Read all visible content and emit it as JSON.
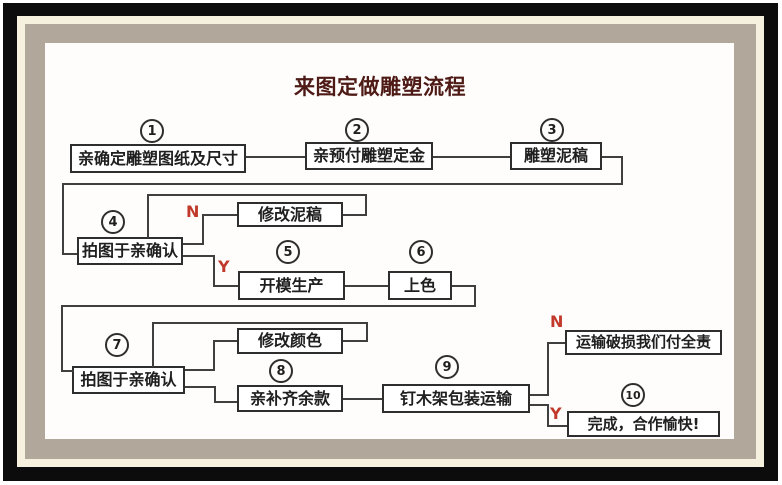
{
  "title": "来图定做雕塑流程",
  "colors": {
    "title": "#4e1a16",
    "accent_red": "#c0392b",
    "frame_black": "#0c0c0c",
    "frame_cream": "#f6f0df",
    "frame_matte": "#b2a79b",
    "line": "#3f3f3f"
  },
  "boxes": [
    {
      "id": "confirm-drawing",
      "num": "1",
      "label": "亲确定雕塑图纸及尺寸"
    },
    {
      "id": "pay-deposit",
      "num": "2",
      "label": "亲预付雕塑定金"
    },
    {
      "id": "clay-draft",
      "num": "3",
      "label": "雕塑泥稿"
    },
    {
      "id": "photo-confirm-1",
      "num": "4",
      "label": "拍图于亲确认"
    },
    {
      "id": "revise-clay",
      "label": "修改泥稿"
    },
    {
      "id": "mold-production",
      "num": "5",
      "label": "开模生产"
    },
    {
      "id": "coloring",
      "num": "6",
      "label": "上色"
    },
    {
      "id": "photo-confirm-2",
      "num": "7",
      "label": "拍图于亲确认"
    },
    {
      "id": "revise-color",
      "label": "修改颜色"
    },
    {
      "id": "pay-balance",
      "num": "8",
      "label": "亲补齐余款"
    },
    {
      "id": "packing-shipping",
      "num": "9",
      "label": "钉木架包装运输"
    },
    {
      "id": "shipping-damage",
      "label": "运输破损我们付全责"
    },
    {
      "id": "complete",
      "num": "10",
      "label": "完成，合作愉快!"
    }
  ],
  "branch_labels": [
    {
      "id": "n-revise-clay",
      "text": "N"
    },
    {
      "id": "y-mold",
      "text": "Y"
    },
    {
      "id": "n-damage",
      "text": "N"
    },
    {
      "id": "y-complete",
      "text": "Y"
    }
  ]
}
